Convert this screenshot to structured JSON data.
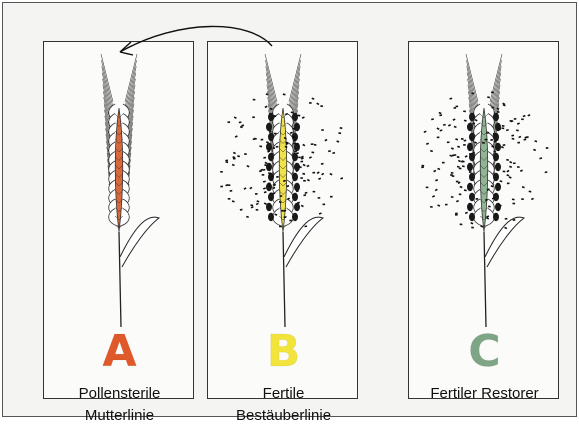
{
  "panels": [
    {
      "letter": "A",
      "letter_color": "#e0592a",
      "caption_line1": "Pollensterile",
      "caption_line2": "Mutterlinie",
      "spike_color": "#d9693a",
      "has_pollen": false
    },
    {
      "letter": "B",
      "letter_color": "#f2e43a",
      "caption_line1": "Fertile",
      "caption_line2": "Bestäuberlinie",
      "spike_color": "#f0e24a",
      "has_pollen": true
    },
    {
      "letter": "C",
      "letter_color": "#7fa587",
      "caption_line1": "Fertiler Restorer",
      "caption_line2": "",
      "spike_color": "#8fb592",
      "has_pollen": true
    }
  ]
}
